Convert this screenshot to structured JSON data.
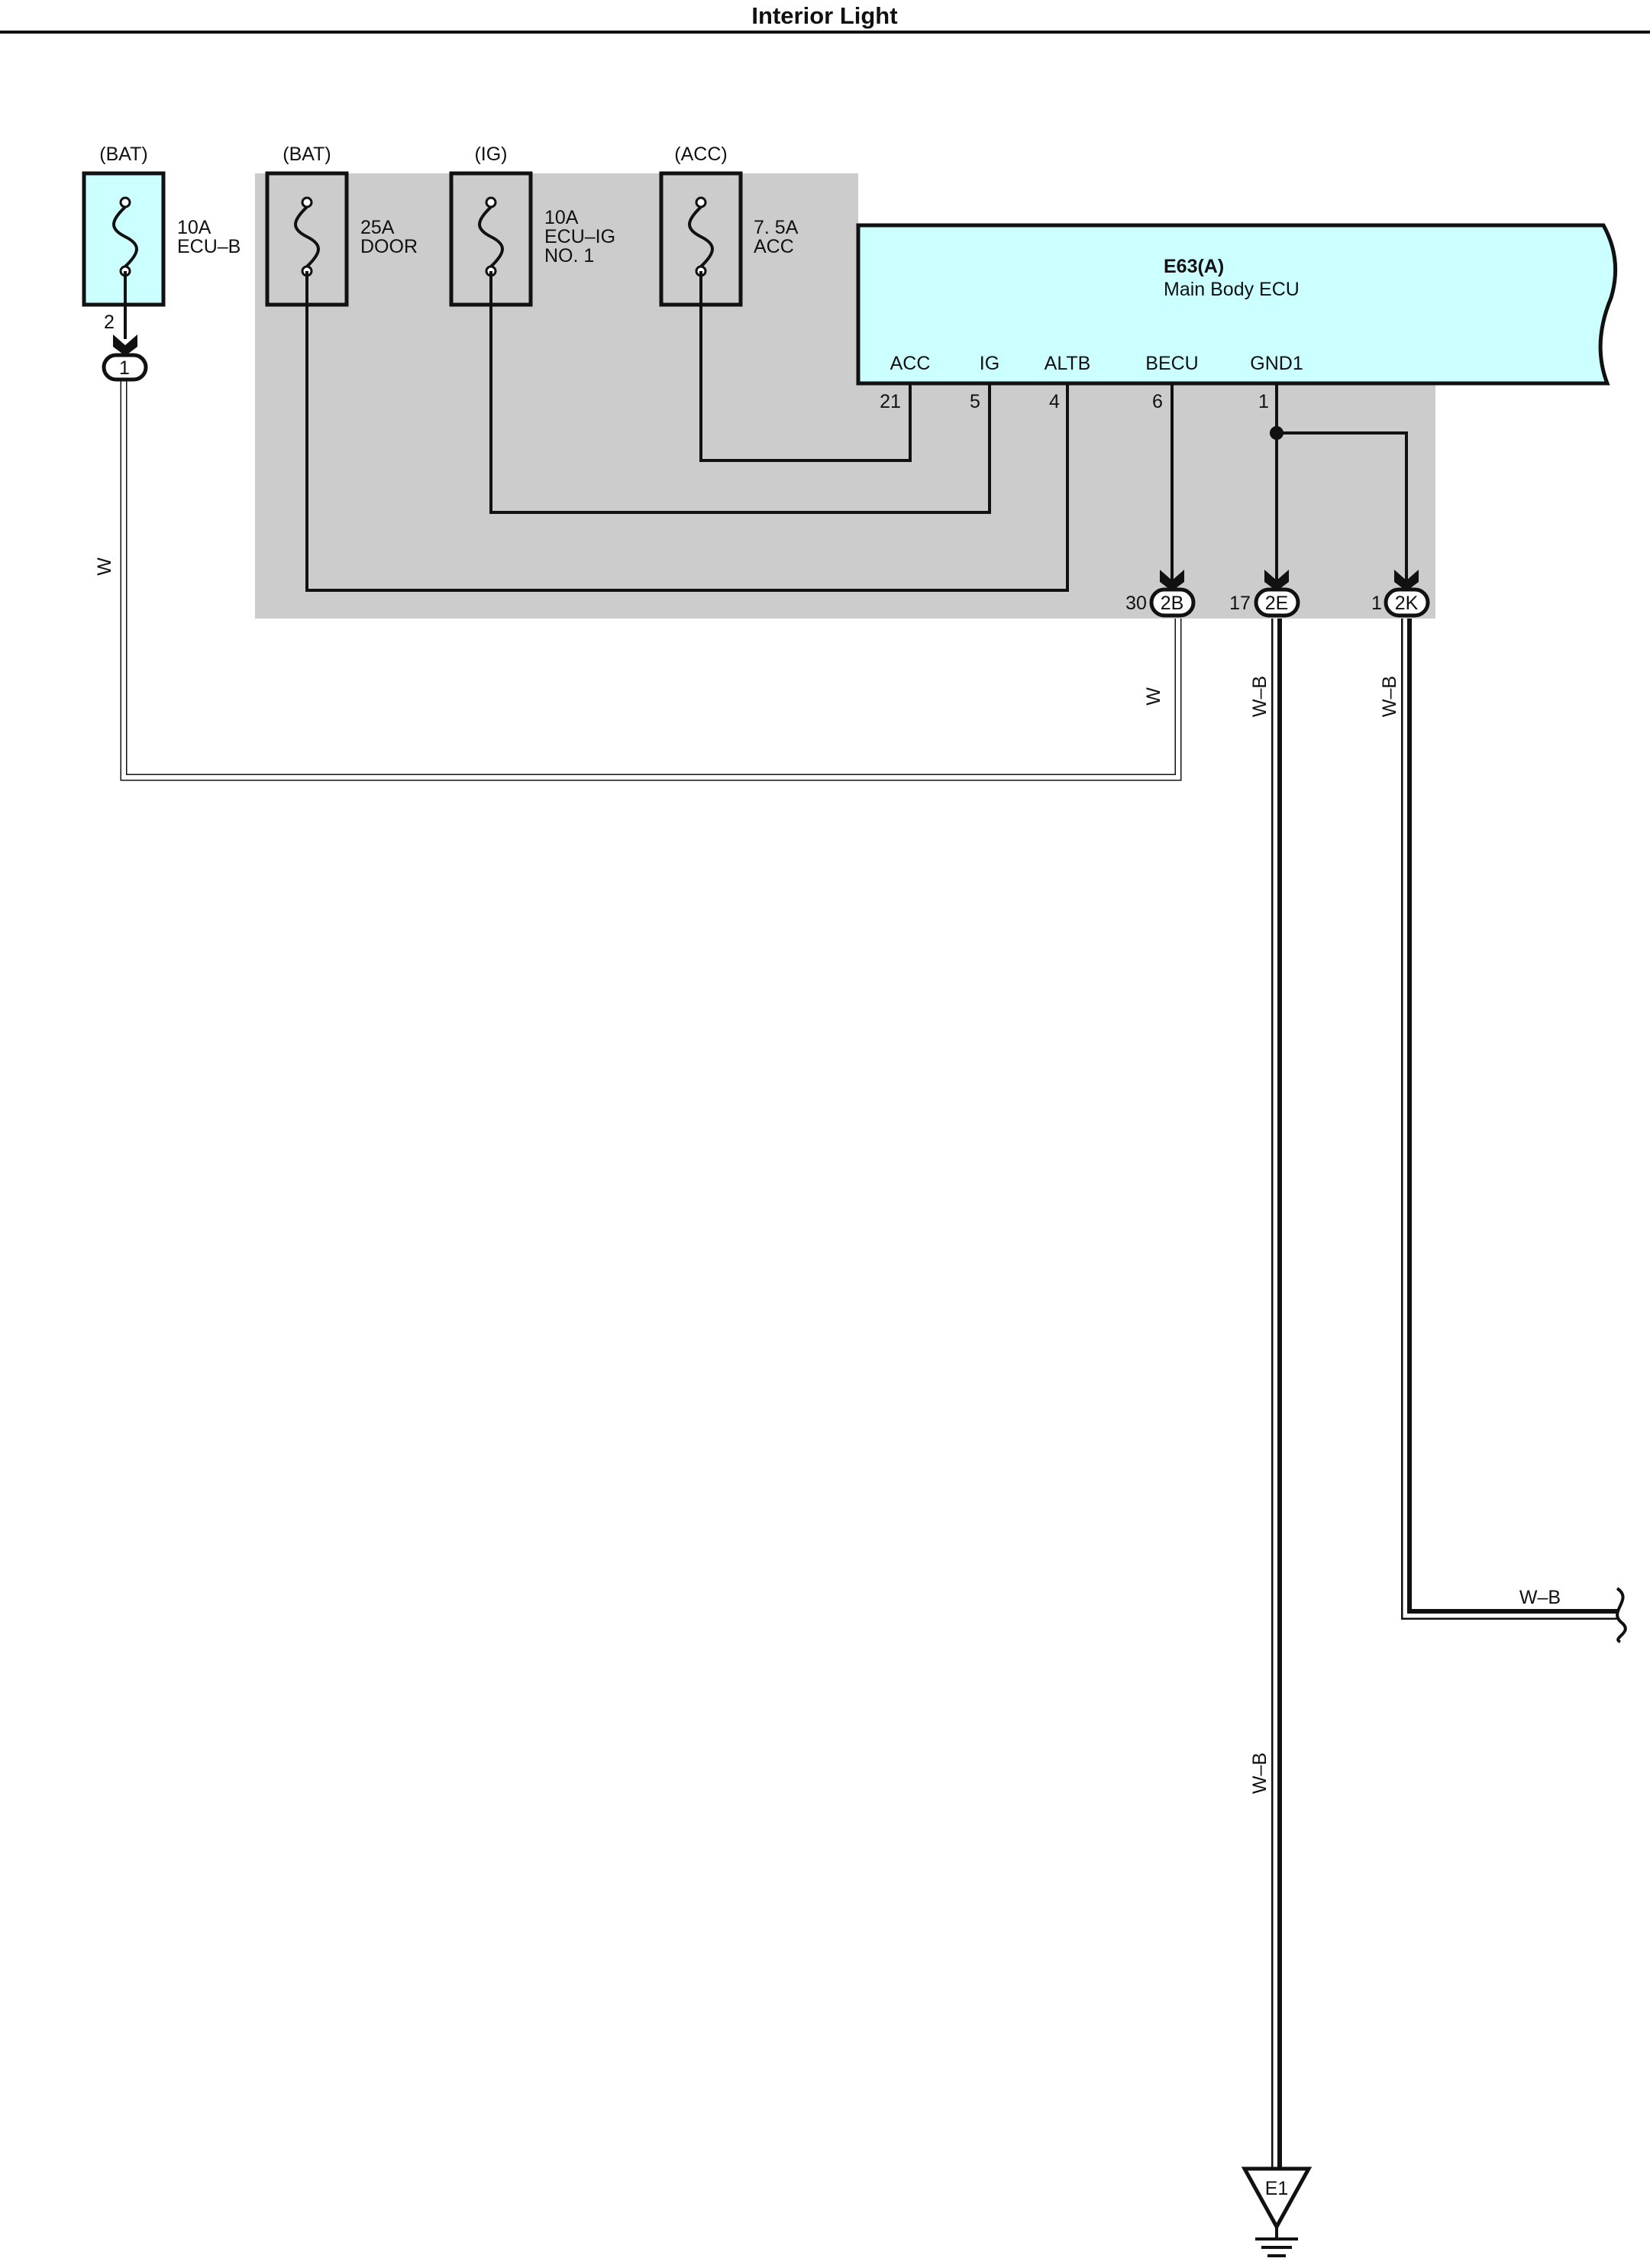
{
  "title": "Interior Light",
  "fuses": [
    {
      "source": "(BAT)",
      "rating": "10A",
      "name_lines": [
        "ECU–B"
      ],
      "fill": "#ccffff"
    },
    {
      "source": "(BAT)",
      "rating": "25A",
      "name_lines": [
        "DOOR"
      ],
      "fill": "#cccccc"
    },
    {
      "source": "(IG)",
      "rating": "10A",
      "name_lines": [
        "ECU–IG",
        "NO. 1"
      ],
      "fill": "#cccccc"
    },
    {
      "source": "(ACC)",
      "rating": "7. 5A",
      "name_lines": [
        "ACC"
      ],
      "fill": "#cccccc"
    }
  ],
  "ecu": {
    "code": "E63(A)",
    "name": "Main Body ECU",
    "fill": "#ccffff",
    "pins": [
      {
        "label": "ACC",
        "number": "21"
      },
      {
        "label": "IG",
        "number": "5"
      },
      {
        "label": "ALTB",
        "number": "4"
      },
      {
        "label": "BECU",
        "number": "6"
      },
      {
        "label": "GND1",
        "number": "1"
      }
    ]
  },
  "junction_block_fill": "#cccccc",
  "fuse1_pin": "2",
  "connectors": {
    "c1": {
      "label": "1"
    },
    "c2b": {
      "label": "2B",
      "pin": "30"
    },
    "c2e": {
      "label": "2E",
      "pin": "17"
    },
    "c2k": {
      "label": "2K",
      "pin": "1"
    }
  },
  "wire_colors": {
    "w_left": "W",
    "w_2b": "W",
    "wb_2e_upper": "W–B",
    "wb_2k": "W–B",
    "wb_2e_lower": "W–B",
    "wb_right": "W–B"
  },
  "ground": {
    "label": "E1"
  }
}
